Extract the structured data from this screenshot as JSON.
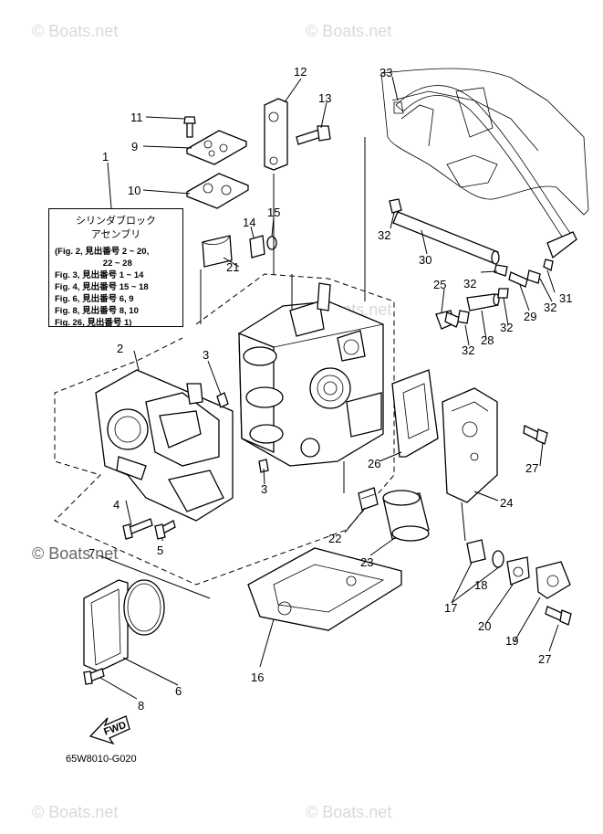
{
  "watermark": "© Boats.net",
  "diagram_code": "65W8010-G020",
  "fwd_label": "FWD",
  "callout": {
    "title_line1": "シリンダブロック",
    "title_line2": "アセンブリ",
    "figs": [
      "(Fig. 2, 見出番号 2 ~ 20,",
      "                    22 ~ 28",
      "Fig. 3, 見出番号 1 ~ 14",
      "Fig. 4, 見出番号 15 ~ 18",
      "Fig. 6, 見出番号 6, 9",
      "Fig. 8, 見出番号 8, 10",
      "Fig. 26, 見出番号 1)"
    ]
  },
  "callouts": [
    "1",
    "2",
    "3",
    "3",
    "4",
    "5",
    "6",
    "7",
    "8",
    "9",
    "10",
    "11",
    "12",
    "13",
    "14",
    "15",
    "16",
    "17",
    "18",
    "19",
    "20",
    "21",
    "22",
    "23",
    "24",
    "25",
    "26",
    "27",
    "27",
    "28",
    "29",
    "30",
    "31",
    "32",
    "32",
    "32",
    "32",
    "32",
    "33"
  ]
}
